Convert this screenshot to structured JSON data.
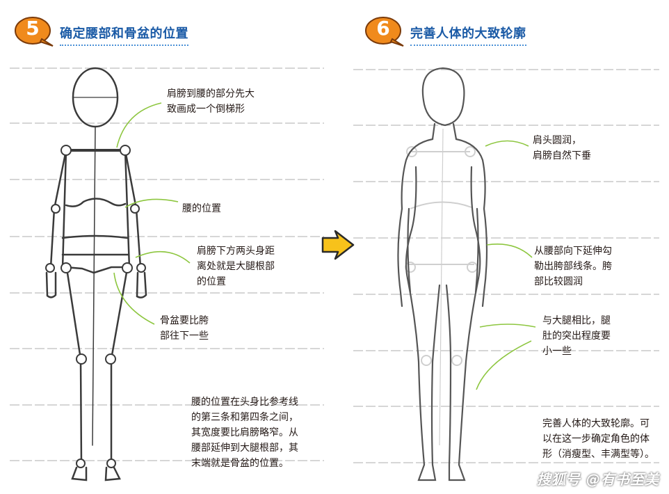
{
  "left": {
    "step": "5",
    "title": "确定腰部和骨盆的位置",
    "notes": {
      "shoulder_waist": "肩膀到腰的部分先大\n致画成一个倒梯形",
      "waist": "腰的位置",
      "below_shoulder": "肩膀下方两头身距\n离处就是大腿根部\n的位置",
      "pelvis": "骨盆要比胯\n部往下一些",
      "summary": "腰的位置在头身比参考线\n的第三条和第四条之间，\n其宽度要比肩膀略窄。从\n腰部延伸到大腿根部，其\n末端就是骨盆的位置。"
    }
  },
  "right": {
    "step": "6",
    "title": "完善人体的大致轮廓",
    "notes": {
      "shoulder": "肩头圆润，\n肩膀自然下垂",
      "hip": "从腰部向下延伸勾\n勒出胯部线条。胯\n部比较圆润",
      "calf": "与大腿相比，腿\n肚的突出程度要\n小一些",
      "summary": "完善人体的大致轮廓。可\n以在这一步确定角色的体\n形（消瘦型、丰满型等）。"
    }
  },
  "watermark": "搜狐号 @有书至美",
  "colors": {
    "badge": "#f08a1c",
    "title": "#1a5aa6",
    "leader": "#8dc63f",
    "arrow": "#f7c21b"
  }
}
